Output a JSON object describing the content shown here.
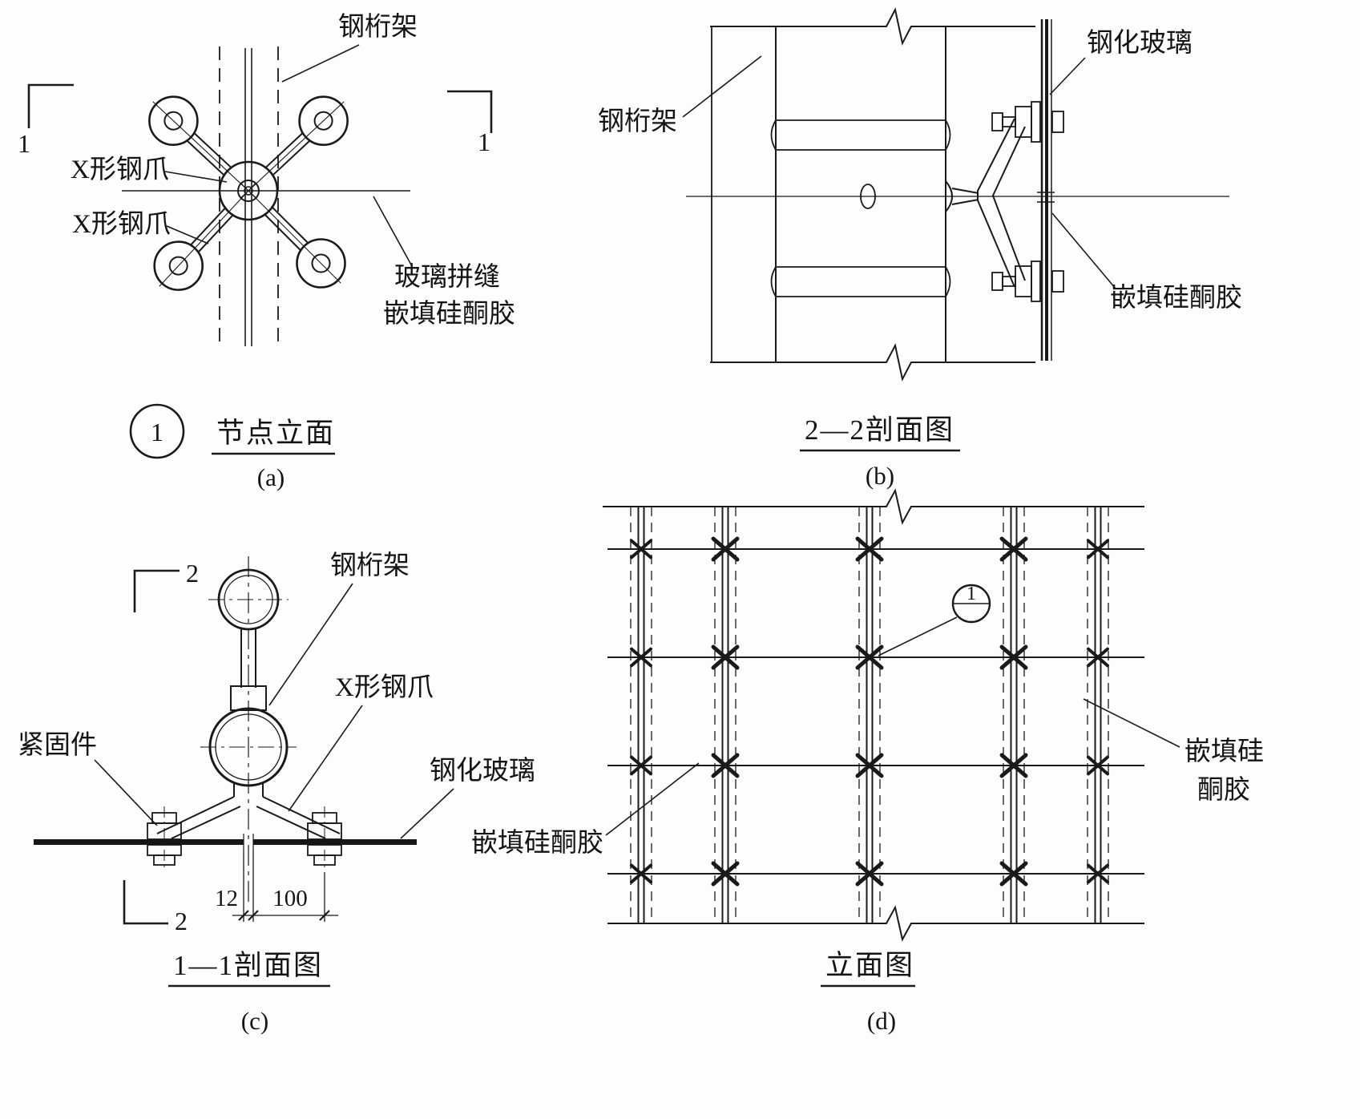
{
  "fig_a": {
    "section_marker_left": "1",
    "section_marker_right": "1",
    "label_steel_truss": "钢桁架",
    "label_x_claw_upper": "X形钢爪",
    "label_x_claw_lower": "X形钢爪",
    "label_glass_joint_line1": "玻璃拼缝",
    "label_glass_joint_line2": "嵌填硅酮胶",
    "detail_bubble_number": "1",
    "caption": "节点立面",
    "subfigure_label": "(a)"
  },
  "fig_b": {
    "label_steel_truss": "钢桁架",
    "label_tempered_glass": "钢化玻璃",
    "label_sealant": "嵌填硅酮胶",
    "caption": "2—2剖面图",
    "subfigure_label": "(b)"
  },
  "fig_c": {
    "section_marker_top": "2",
    "section_marker_bottom": "2",
    "label_fastener": "紧固件",
    "label_steel_truss": "钢桁架",
    "label_x_claw": "X形钢爪",
    "label_tempered_glass": "钢化玻璃",
    "dim_joint_width": "12",
    "dim_bolt_offset": "100",
    "caption": "1—1剖面图",
    "subfigure_label": "(c)"
  },
  "fig_d": {
    "detail_bubble_number": "1",
    "label_sealant_left": "嵌填硅酮胶",
    "label_sealant_right_line1": "嵌填硅",
    "label_sealant_right_line2": "酮胶",
    "caption": "立面图",
    "subfigure_label": "(d)"
  },
  "colors": {
    "ink": "#1a1a1a",
    "paper": "#fdfdfd"
  }
}
